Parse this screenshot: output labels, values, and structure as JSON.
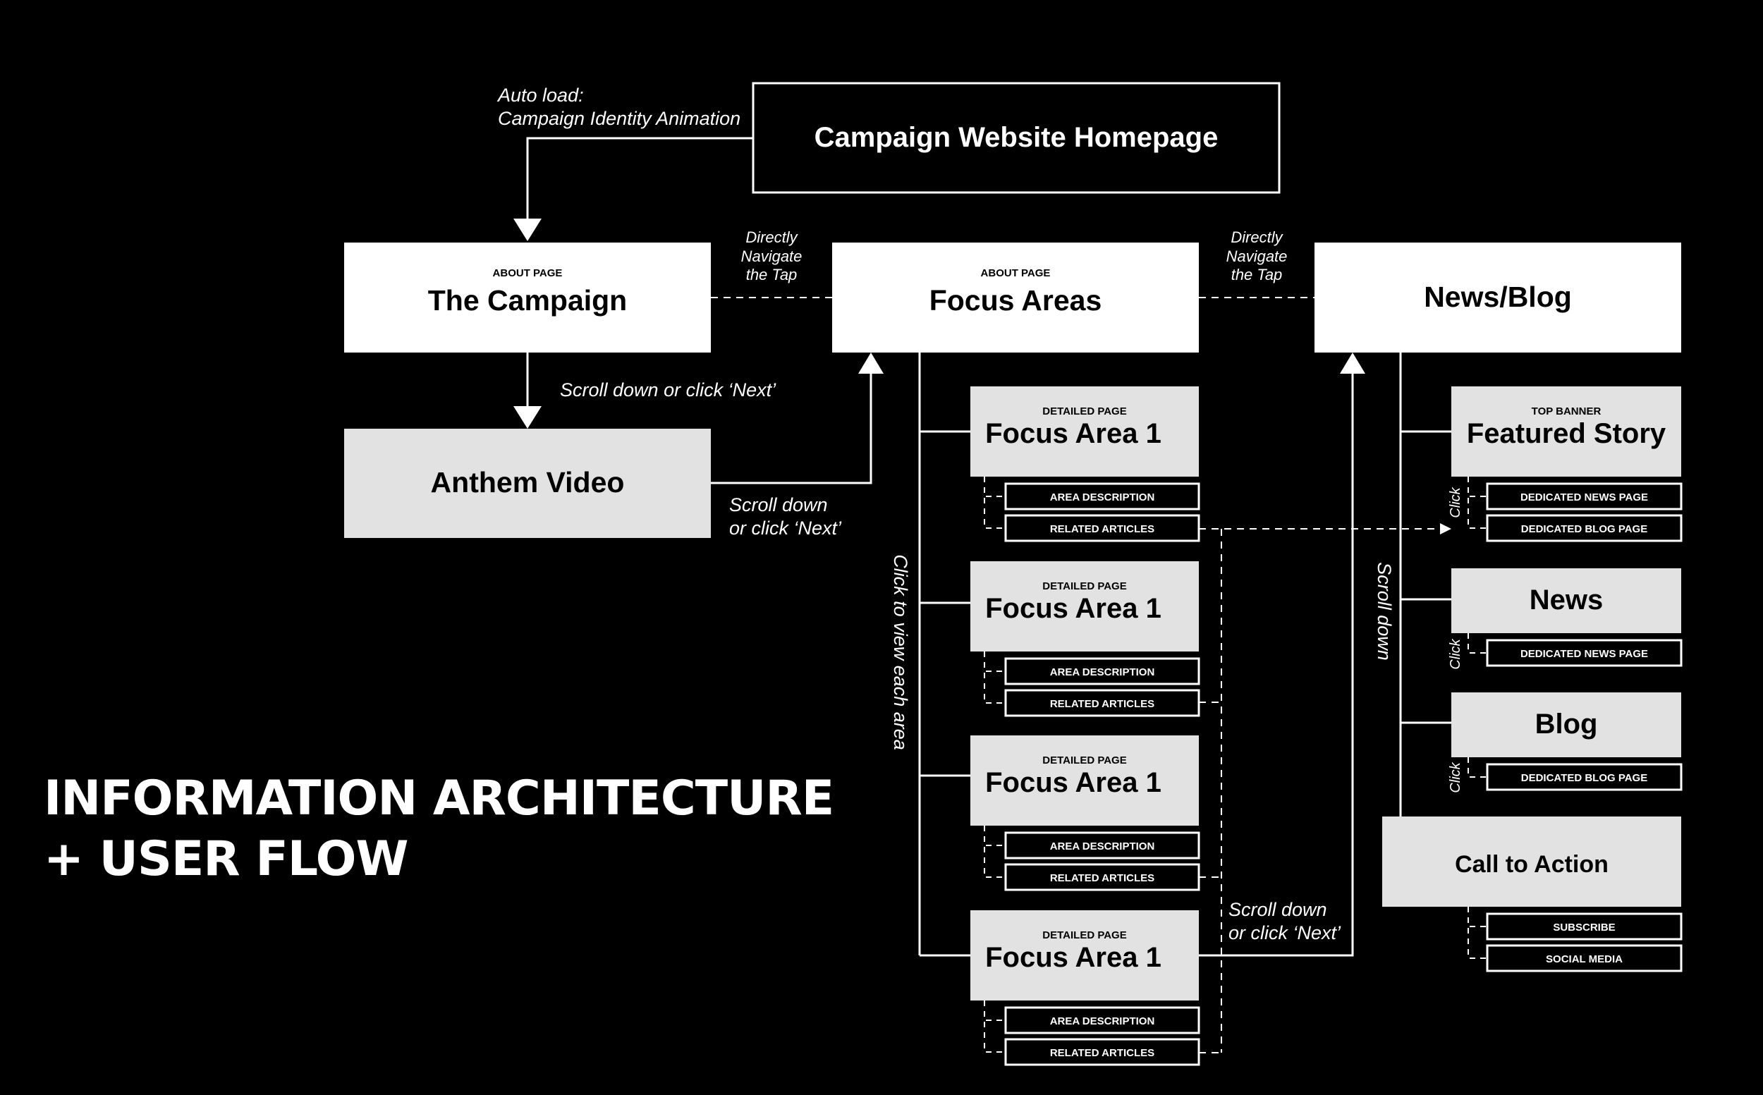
{
  "title": {
    "line1": "INFORMATION ARCHITECTURE",
    "line2": "+ USER FLOW"
  },
  "home": {
    "label": "Campaign Website Homepage"
  },
  "auto_load": {
    "line1": "Auto load:",
    "line2": "Campaign Identity Animation"
  },
  "campaign": {
    "small": "ABOUT PAGE",
    "label": "The Campaign"
  },
  "focus_areas": {
    "small": "ABOUT PAGE",
    "label": "Focus Areas"
  },
  "news_blog": {
    "label": "News/Blog"
  },
  "anthem": {
    "label": "Anthem Video"
  },
  "direct_nav": {
    "line1": "Directly",
    "line2": "Navigate",
    "line3": "the Tap"
  },
  "scroll_next_1": "Scroll down or click ‘Next’",
  "scroll_next_2": {
    "line1": "Scroll down",
    "line2": "or click ‘Next’"
  },
  "click_each_area": "Click to view each area",
  "scroll_down": "Scroll down",
  "click": "Click",
  "focus_area_items": [
    {
      "small": "DETAILED PAGE",
      "label": "Focus Area 1",
      "subs": [
        "AREA DESCRIPTION",
        "RELATED ARTICLES"
      ]
    },
    {
      "small": "DETAILED PAGE",
      "label": "Focus Area 1",
      "subs": [
        "AREA DESCRIPTION",
        "RELATED ARTICLES"
      ]
    },
    {
      "small": "DETAILED PAGE",
      "label": "Focus Area 1",
      "subs": [
        "AREA DESCRIPTION",
        "RELATED ARTICLES"
      ]
    },
    {
      "small": "DETAILED PAGE",
      "label": "Focus Area 1",
      "subs": [
        "AREA DESCRIPTION",
        "RELATED ARTICLES"
      ]
    }
  ],
  "featured": {
    "small": "TOP BANNER",
    "label": "Featured Story",
    "subs": [
      "DEDICATED NEWS PAGE",
      "DEDICATED BLOG PAGE"
    ]
  },
  "news": {
    "label": "News",
    "subs": [
      "DEDICATED NEWS PAGE"
    ]
  },
  "blog": {
    "label": "Blog",
    "subs": [
      "DEDICATED BLOG PAGE"
    ]
  },
  "cta": {
    "label": "Call to Action",
    "subs": [
      "SUBSCRIBE",
      "SOCIAL MEDIA"
    ]
  },
  "colors": {
    "background": "#000000",
    "white_box": "#ffffff",
    "grey_box": "#e2e2e2",
    "line": "#ffffff"
  }
}
